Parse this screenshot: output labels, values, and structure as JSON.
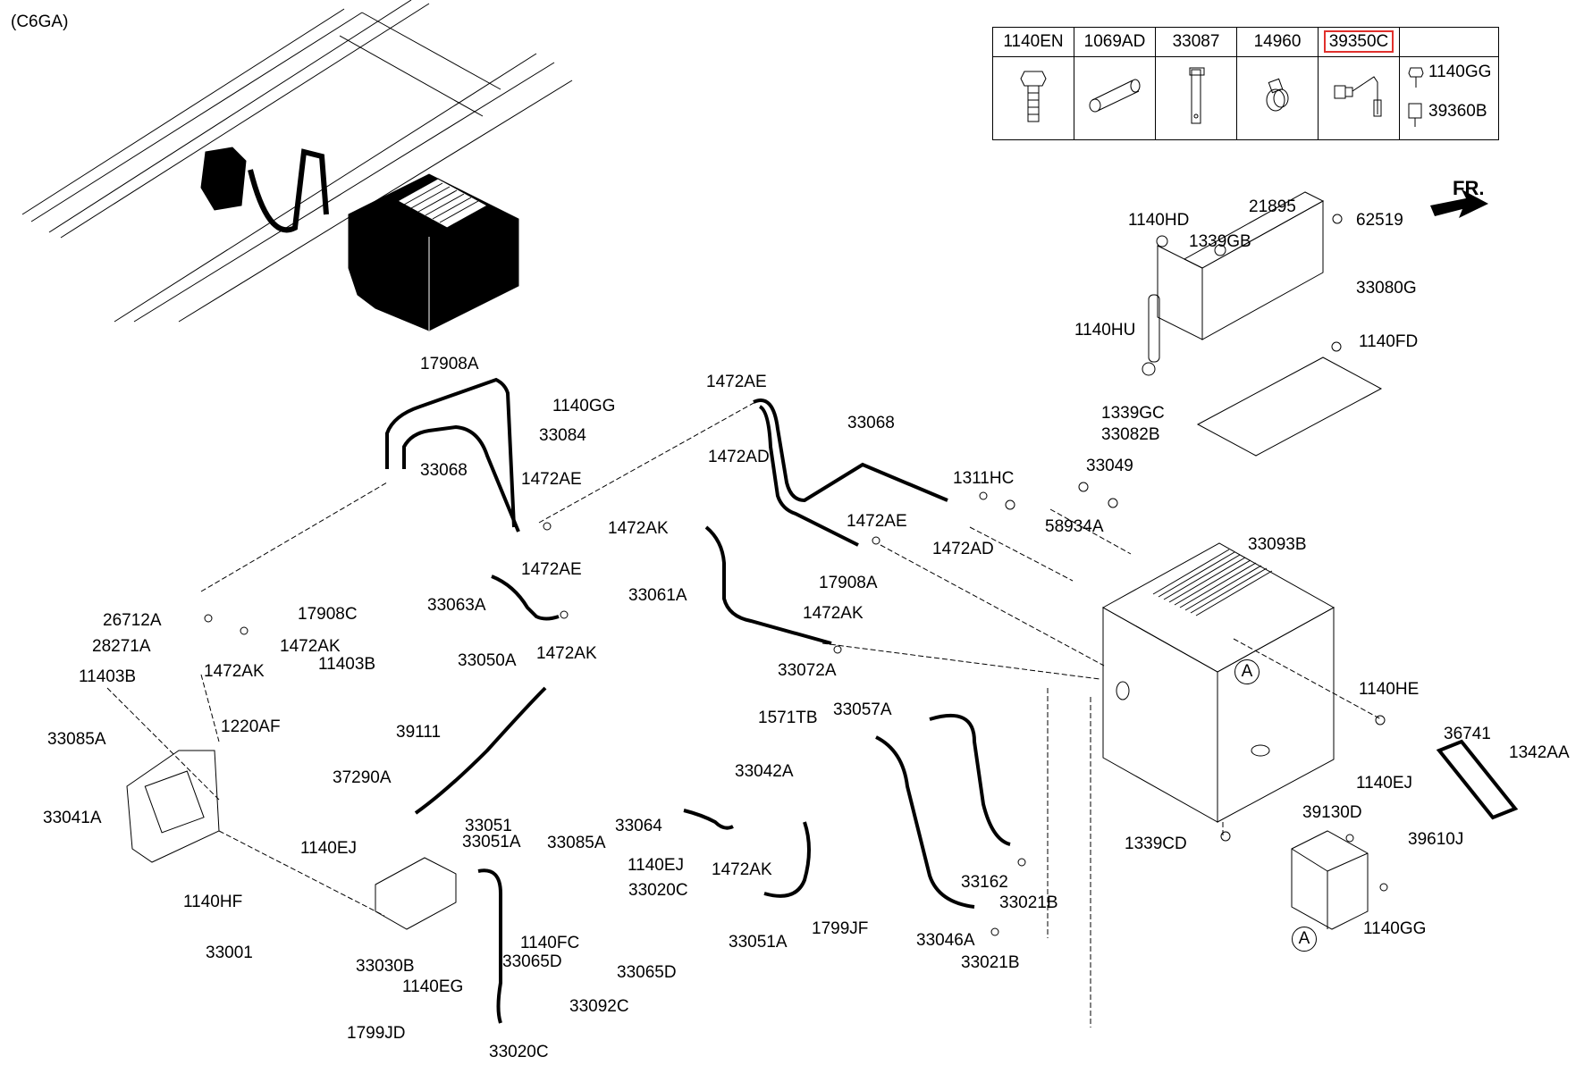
{
  "variant_label": "(C6GA)",
  "direction_label": "FR.",
  "highlight_color": "#e0302c",
  "legend": {
    "columns": [
      {
        "part": "1140EN",
        "icon": "flange-bolt-icon"
      },
      {
        "part": "1069AD",
        "icon": "sleeve-tube-icon"
      },
      {
        "part": "33087",
        "icon": "strap-bracket-icon"
      },
      {
        "part": "14960",
        "icon": "hose-clamp-icon"
      },
      {
        "part": "39350C",
        "icon": "sensor-probe-icon",
        "highlighted": true
      },
      {
        "part": "1140GG",
        "icon": "bolt-icon",
        "sub_part": "39360B",
        "sub_icon": "sensor-connector-icon"
      }
    ]
  },
  "callouts": [
    "A",
    "A"
  ],
  "labels": [
    {
      "id": "17908A-1",
      "text": "17908A"
    },
    {
      "id": "33068-1",
      "text": "33068"
    },
    {
      "id": "1140GG-1",
      "text": "1140GG"
    },
    {
      "id": "33084",
      "text": "33084"
    },
    {
      "id": "1472AE-1",
      "text": "1472AE"
    },
    {
      "id": "1472AD-1",
      "text": "1472AD"
    },
    {
      "id": "1472AE-2",
      "text": "1472AE"
    },
    {
      "id": "1472AE-3",
      "text": "1472AE"
    },
    {
      "id": "33068-2",
      "text": "33068"
    },
    {
      "id": "1472AK-1",
      "text": "1472AK"
    },
    {
      "id": "1311HC",
      "text": "1311HC"
    },
    {
      "id": "1472AE-4",
      "text": "1472AE"
    },
    {
      "id": "1472AD-2",
      "text": "1472AD"
    },
    {
      "id": "17908A-2",
      "text": "17908A"
    },
    {
      "id": "33063A",
      "text": "33063A"
    },
    {
      "id": "33061A",
      "text": "33061A"
    },
    {
      "id": "1472AK-2",
      "text": "1472AK"
    },
    {
      "id": "1472AK-3",
      "text": "1472AK"
    },
    {
      "id": "1140HD",
      "text": "1140HD"
    },
    {
      "id": "21895",
      "text": "21895"
    },
    {
      "id": "62519",
      "text": "62519"
    },
    {
      "id": "1339GB",
      "text": "1339GB"
    },
    {
      "id": "33080G",
      "text": "33080G"
    },
    {
      "id": "1140HU",
      "text": "1140HU"
    },
    {
      "id": "1140FD",
      "text": "1140FD"
    },
    {
      "id": "1339GC",
      "text": "1339GC"
    },
    {
      "id": "33082B",
      "text": "33082B"
    },
    {
      "id": "33049",
      "text": "33049"
    },
    {
      "id": "58934A",
      "text": "58934A"
    },
    {
      "id": "33093B",
      "text": "33093B"
    },
    {
      "id": "26712A",
      "text": "26712A"
    },
    {
      "id": "17908C",
      "text": "17908C"
    },
    {
      "id": "28271A",
      "text": "28271A"
    },
    {
      "id": "1472AK-4",
      "text": "1472AK"
    },
    {
      "id": "1472AK-5",
      "text": "1472AK"
    },
    {
      "id": "11403B-1",
      "text": "11403B"
    },
    {
      "id": "11403B-2",
      "text": "11403B"
    },
    {
      "id": "1220AF",
      "text": "1220AF"
    },
    {
      "id": "33085A-1",
      "text": "33085A"
    },
    {
      "id": "39111",
      "text": "39111"
    },
    {
      "id": "37290A",
      "text": "37290A"
    },
    {
      "id": "33041A",
      "text": "33041A"
    },
    {
      "id": "1140EJ-1",
      "text": "1140EJ"
    },
    {
      "id": "1140HF",
      "text": "1140HF"
    },
    {
      "id": "33050A",
      "text": "33050A"
    },
    {
      "id": "33072A",
      "text": "33072A"
    },
    {
      "id": "1571TB",
      "text": "1571TB"
    },
    {
      "id": "33057A",
      "text": "33057A"
    },
    {
      "id": "33042A",
      "text": "33042A"
    },
    {
      "id": "33064",
      "text": "33064"
    },
    {
      "id": "1472AK-6",
      "text": "1472AK"
    },
    {
      "id": "33051",
      "text": "33051"
    },
    {
      "id": "33051A-1",
      "text": "33051A"
    },
    {
      "id": "33085A-2",
      "text": "33085A"
    },
    {
      "id": "1140EJ-2",
      "text": "1140EJ"
    },
    {
      "id": "33020C-1",
      "text": "33020C"
    },
    {
      "id": "1140FC",
      "text": "1140FC"
    },
    {
      "id": "33065D-1",
      "text": "33065D"
    },
    {
      "id": "33065D-2",
      "text": "33065D"
    },
    {
      "id": "33092C",
      "text": "33092C"
    },
    {
      "id": "33020C-2",
      "text": "33020C"
    },
    {
      "id": "33001",
      "text": "33001"
    },
    {
      "id": "33030B",
      "text": "33030B"
    },
    {
      "id": "1140EG",
      "text": "1140EG"
    },
    {
      "id": "1799JD",
      "text": "1799JD"
    },
    {
      "id": "33051A-2",
      "text": "33051A"
    },
    {
      "id": "1799JF",
      "text": "1799JF"
    },
    {
      "id": "33162",
      "text": "33162"
    },
    {
      "id": "33021B-1",
      "text": "33021B"
    },
    {
      "id": "33046A",
      "text": "33046A"
    },
    {
      "id": "33021B-2",
      "text": "33021B"
    },
    {
      "id": "1140HE",
      "text": "1140HE"
    },
    {
      "id": "36741",
      "text": "36741"
    },
    {
      "id": "1342AA",
      "text": "1342AA"
    },
    {
      "id": "1140EJ-3",
      "text": "1140EJ"
    },
    {
      "id": "39130D",
      "text": "39130D"
    },
    {
      "id": "39610J",
      "text": "39610J"
    },
    {
      "id": "1339CD",
      "text": "1339CD"
    },
    {
      "id": "1140GG-2",
      "text": "1140GG"
    }
  ]
}
